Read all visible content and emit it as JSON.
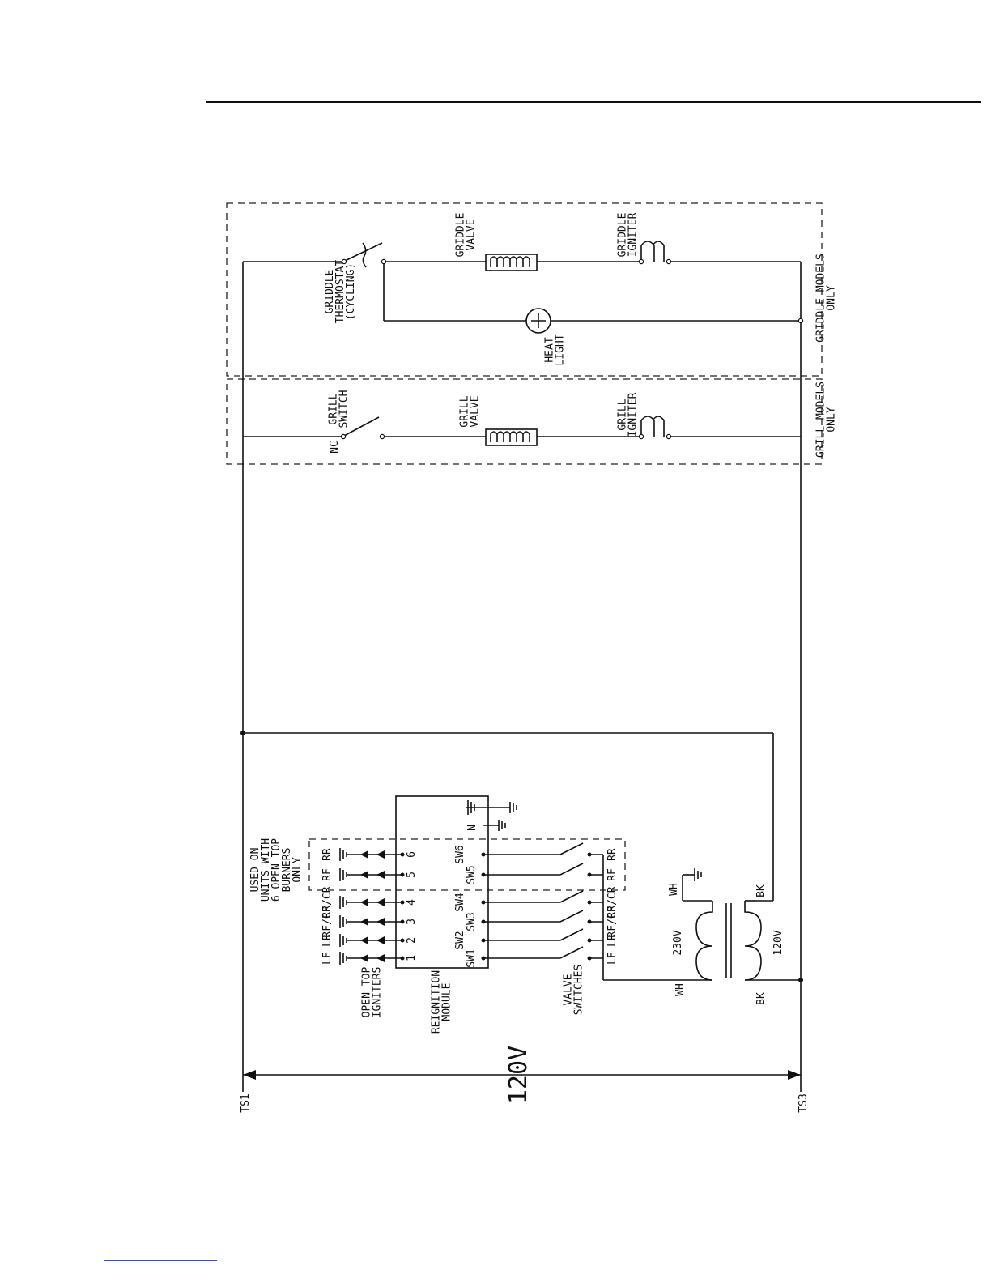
{
  "labels": {
    "griddle_thermostat": [
      "GRIDDLE",
      "THERMOSTAT",
      "(CYCLING)"
    ],
    "griddle_valve": [
      "GRIDDLE",
      "VALVE"
    ],
    "griddle_igniter": [
      "GRIDDLE",
      "IGNITER"
    ],
    "heat_light": [
      "HEAT",
      "LIGHT"
    ],
    "griddle_models": [
      "GRIDDLE MODELS",
      "ONLY"
    ],
    "grill_switch": [
      "GRILL",
      "SWITCH"
    ],
    "nc": "NC",
    "grill_valve": [
      "GRILL",
      "VALVE"
    ],
    "grill_igniter": [
      "GRILL",
      "IGNITER"
    ],
    "grill_models": [
      "GRILL MODELS",
      "ONLY"
    ],
    "used_on": [
      "USED ON",
      "UNITS WITH",
      "6 OPEN TOP",
      "BURNERS",
      "ONLY"
    ],
    "open_top_igniters": [
      "OPEN TOP",
      "IGNITERS"
    ],
    "reignition_module": [
      "REIGNITION",
      "MODULE"
    ],
    "valve_switches": [
      "VALVE",
      "SWITCHES"
    ],
    "igniter_names": [
      "LF",
      "LR",
      "RF/CF",
      "RR/CR",
      "RF",
      "RR"
    ],
    "pins": [
      "1",
      "2",
      "3",
      "4",
      "5",
      "6"
    ],
    "sw_labels": [
      "SW1",
      "SW2",
      "SW3",
      "SW4",
      "SW5",
      "SW6"
    ],
    "switch_names": [
      "LF",
      "LR",
      "RF/CF",
      "RR/CR",
      "RF",
      "RR"
    ],
    "neutral": "N",
    "wh_top": "WH",
    "wh_bottom": "WH",
    "v230": "230V",
    "v120_trans": "120V",
    "bk_top": "BK",
    "bk_bottom": "BK",
    "v120_main": "120V",
    "ts1": "TS1",
    "ts3": "TS3"
  }
}
